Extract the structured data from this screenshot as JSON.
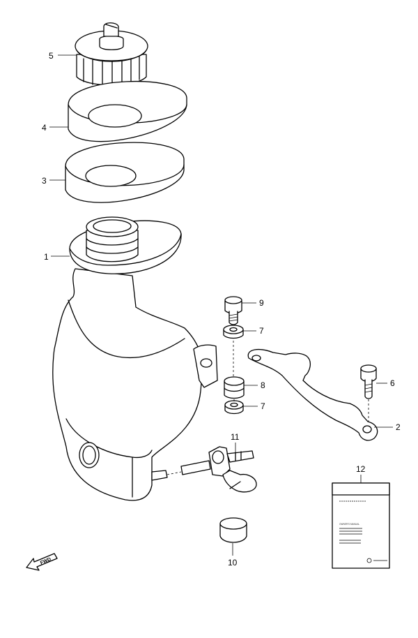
{
  "callouts": [
    {
      "id": "c5",
      "text": "5"
    },
    {
      "id": "c4",
      "text": "4"
    },
    {
      "id": "c3",
      "text": "3"
    },
    {
      "id": "c1",
      "text": "1"
    },
    {
      "id": "c9",
      "text": "9"
    },
    {
      "id": "c7a",
      "text": "7"
    },
    {
      "id": "c8",
      "text": "8"
    },
    {
      "id": "c7b",
      "text": "7"
    },
    {
      "id": "c6",
      "text": "6"
    },
    {
      "id": "c2",
      "text": "2"
    },
    {
      "id": "c11",
      "text": "11"
    },
    {
      "id": "c12",
      "text": "12"
    },
    {
      "id": "c10",
      "text": "10"
    }
  ],
  "fwd_label": "FWD",
  "manual_text": "OWNER'S MANUAL",
  "colors": {
    "line": "#000000",
    "background": "#ffffff"
  }
}
